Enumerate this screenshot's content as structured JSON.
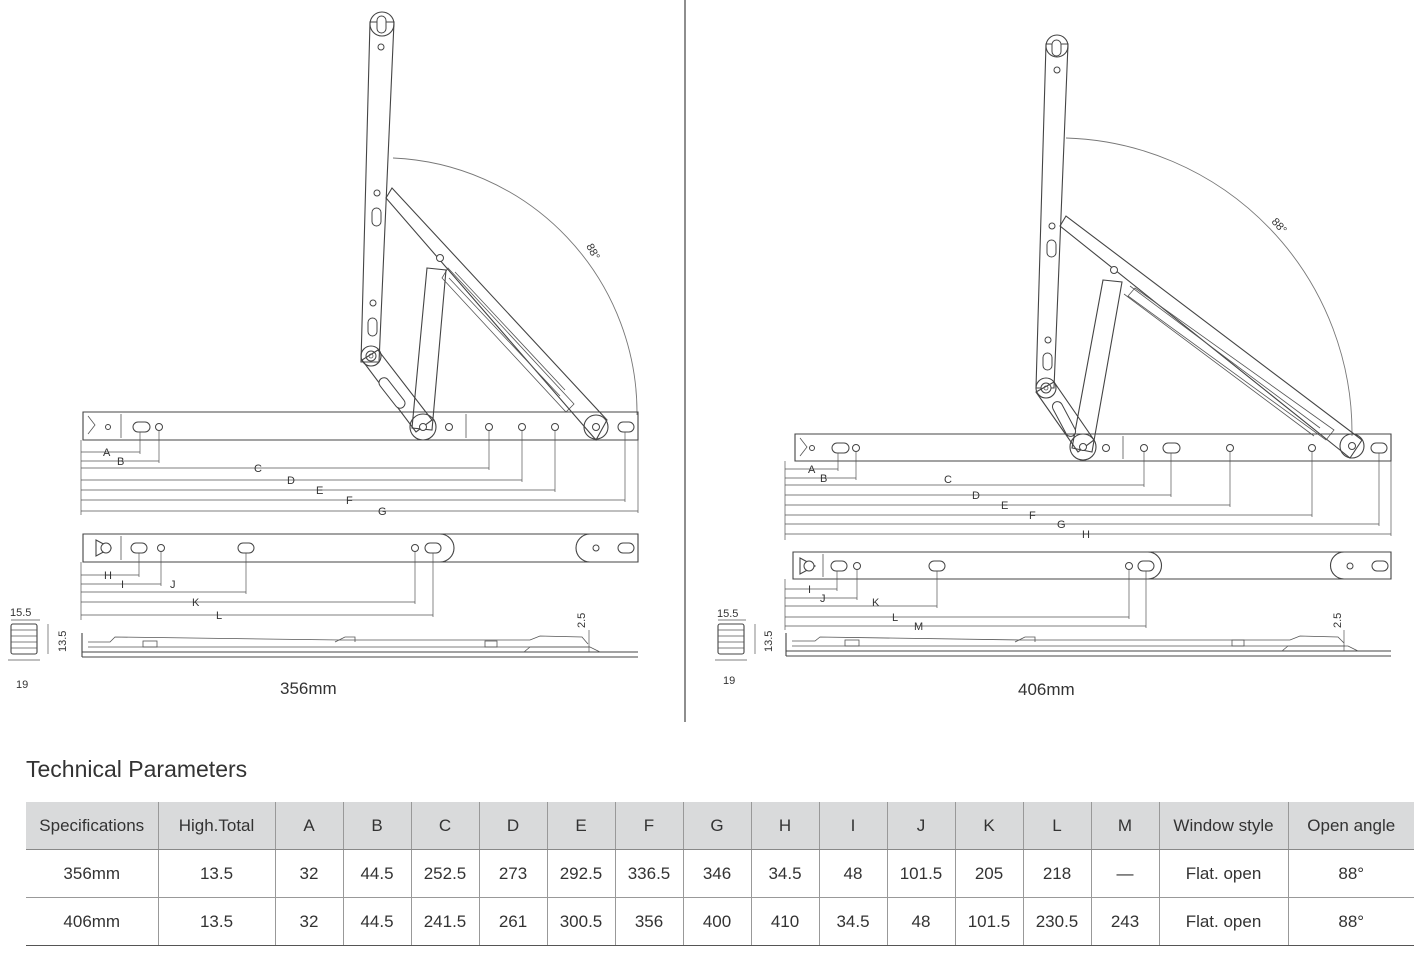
{
  "drawing": {
    "left": {
      "caption": "356mm",
      "angle": "88°",
      "side_view": {
        "width": "15.5",
        "height": "13.5",
        "base": "19"
      },
      "thickness": "2.5",
      "dims_top": [
        "A",
        "B",
        "C",
        "D",
        "E",
        "F",
        "G"
      ],
      "dims_bottom": [
        "H",
        "I",
        "J",
        "K",
        "L"
      ]
    },
    "right": {
      "caption": "406mm",
      "angle": "88°",
      "side_view": {
        "width": "15.5",
        "height": "13.5",
        "base": "19"
      },
      "thickness": "2.5",
      "dims_top": [
        "A",
        "B",
        "C",
        "D",
        "E",
        "F",
        "G",
        "H"
      ],
      "dims_bottom": [
        "I",
        "J",
        "K",
        "L",
        "M"
      ]
    }
  },
  "params": {
    "title": "Technical Parameters",
    "headers": [
      "Specifications",
      "High.Total",
      "A",
      "B",
      "C",
      "D",
      "E",
      "F",
      "G",
      "H",
      "I",
      "J",
      "K",
      "L",
      "M",
      "Window style",
      "Open angle"
    ],
    "rows": [
      [
        "356mm",
        "13.5",
        "32",
        "44.5",
        "252.5",
        "273",
        "292.5",
        "336.5",
        "346",
        "34.5",
        "48",
        "101.5",
        "205",
        "218",
        "—",
        "Flat. open",
        "88°"
      ],
      [
        "406mm",
        "13.5",
        "32",
        "44.5",
        "241.5",
        "261",
        "300.5",
        "356",
        "400",
        "410",
        "34.5",
        "48",
        "101.5",
        "230.5",
        "243",
        "Flat. open",
        "88°"
      ]
    ]
  }
}
